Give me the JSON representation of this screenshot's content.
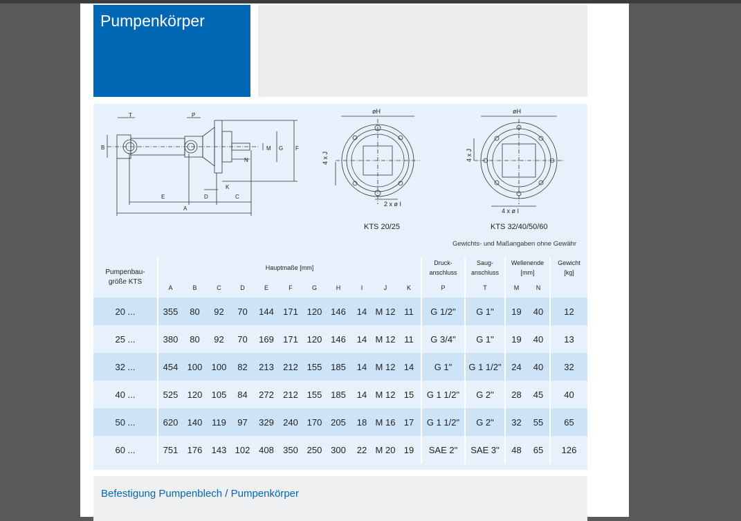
{
  "page_title": "Pumpenkörper",
  "drawing": {
    "dim_labels": [
      "T",
      "P",
      "B",
      "M",
      "G",
      "F",
      "N",
      "K",
      "E",
      "D",
      "C",
      "A"
    ],
    "front_a": {
      "diameter": "øH",
      "bolt_j": "4 x J",
      "bolt_i": "2 x ø I",
      "caption": "KTS 20/25"
    },
    "front_b": {
      "diameter": "øH",
      "bolt_j": "4 x J",
      "bolt_i": "4 x ø I",
      "caption": "KTS 32/40/50/60"
    }
  },
  "disclaimer": "Gewichts- und Maßangaben ohne Gewähr",
  "table": {
    "size_header": "Pumpenbau-\ngröße KTS",
    "main_header": "Hauptmaße [mm]",
    "druck_header": "Druck-\nanschluss",
    "saug_header": "Saug-\nanschluss",
    "welle_header": "Wellenende\n[mm]",
    "gewicht_header": "Gewicht\n[kg]",
    "columns": [
      "A",
      "B",
      "C",
      "D",
      "E",
      "F",
      "G",
      "H",
      "I",
      "J",
      "K",
      "P",
      "T",
      "M",
      "N"
    ],
    "rows": [
      {
        "size": "20 ...",
        "A": "355",
        "B": "80",
        "C": "92",
        "D": "70",
        "E": "144",
        "F": "171",
        "G": "120",
        "H": "146",
        "I": "14",
        "J": "M 12",
        "K": "11",
        "P": "G 1/2\"",
        "T": "G 1\"",
        "M": "19",
        "N": "40",
        "W": "12"
      },
      {
        "size": "25 ...",
        "A": "380",
        "B": "80",
        "C": "92",
        "D": "70",
        "E": "169",
        "F": "171",
        "G": "120",
        "H": "146",
        "I": "14",
        "J": "M 12",
        "K": "11",
        "P": "G 3/4\"",
        "T": "G 1\"",
        "M": "19",
        "N": "40",
        "W": "13"
      },
      {
        "size": "32 ...",
        "A": "454",
        "B": "100",
        "C": "100",
        "D": "82",
        "E": "213",
        "F": "212",
        "G": "155",
        "H": "185",
        "I": "14",
        "J": "M 12",
        "K": "14",
        "P": "G 1\"",
        "T": "G 1 1/2\"",
        "M": "24",
        "N": "40",
        "W": "32"
      },
      {
        "size": "40 ...",
        "A": "525",
        "B": "120",
        "C": "105",
        "D": "84",
        "E": "272",
        "F": "212",
        "G": "155",
        "H": "185",
        "I": "14",
        "J": "M 12",
        "K": "15",
        "P": "G 1 1/2\"",
        "T": "G 2\"",
        "M": "28",
        "N": "45",
        "W": "40"
      },
      {
        "size": "50 ...",
        "A": "620",
        "B": "140",
        "C": "119",
        "D": "97",
        "E": "329",
        "F": "240",
        "G": "170",
        "H": "205",
        "I": "18",
        "J": "M 16",
        "K": "17",
        "P": "G 1 1/2\"",
        "T": "G 2\"",
        "M": "32",
        "N": "55",
        "W": "65"
      },
      {
        "size": "60 ...",
        "A": "751",
        "B": "176",
        "C": "143",
        "D": "102",
        "E": "408",
        "F": "350",
        "G": "250",
        "H": "300",
        "I": "22",
        "J": "M 20",
        "K": "19",
        "P": "SAE 2\"",
        "T": "SAE 3\"",
        "M": "48",
        "N": "65",
        "W": "126"
      }
    ]
  },
  "section_title": "Befestigung Pumpenblech / Pumpenkörper",
  "colors": {
    "brand_blue": "#0067b4",
    "panel_bg": "#e6f1fb",
    "row_alt": "#cde4f6"
  }
}
